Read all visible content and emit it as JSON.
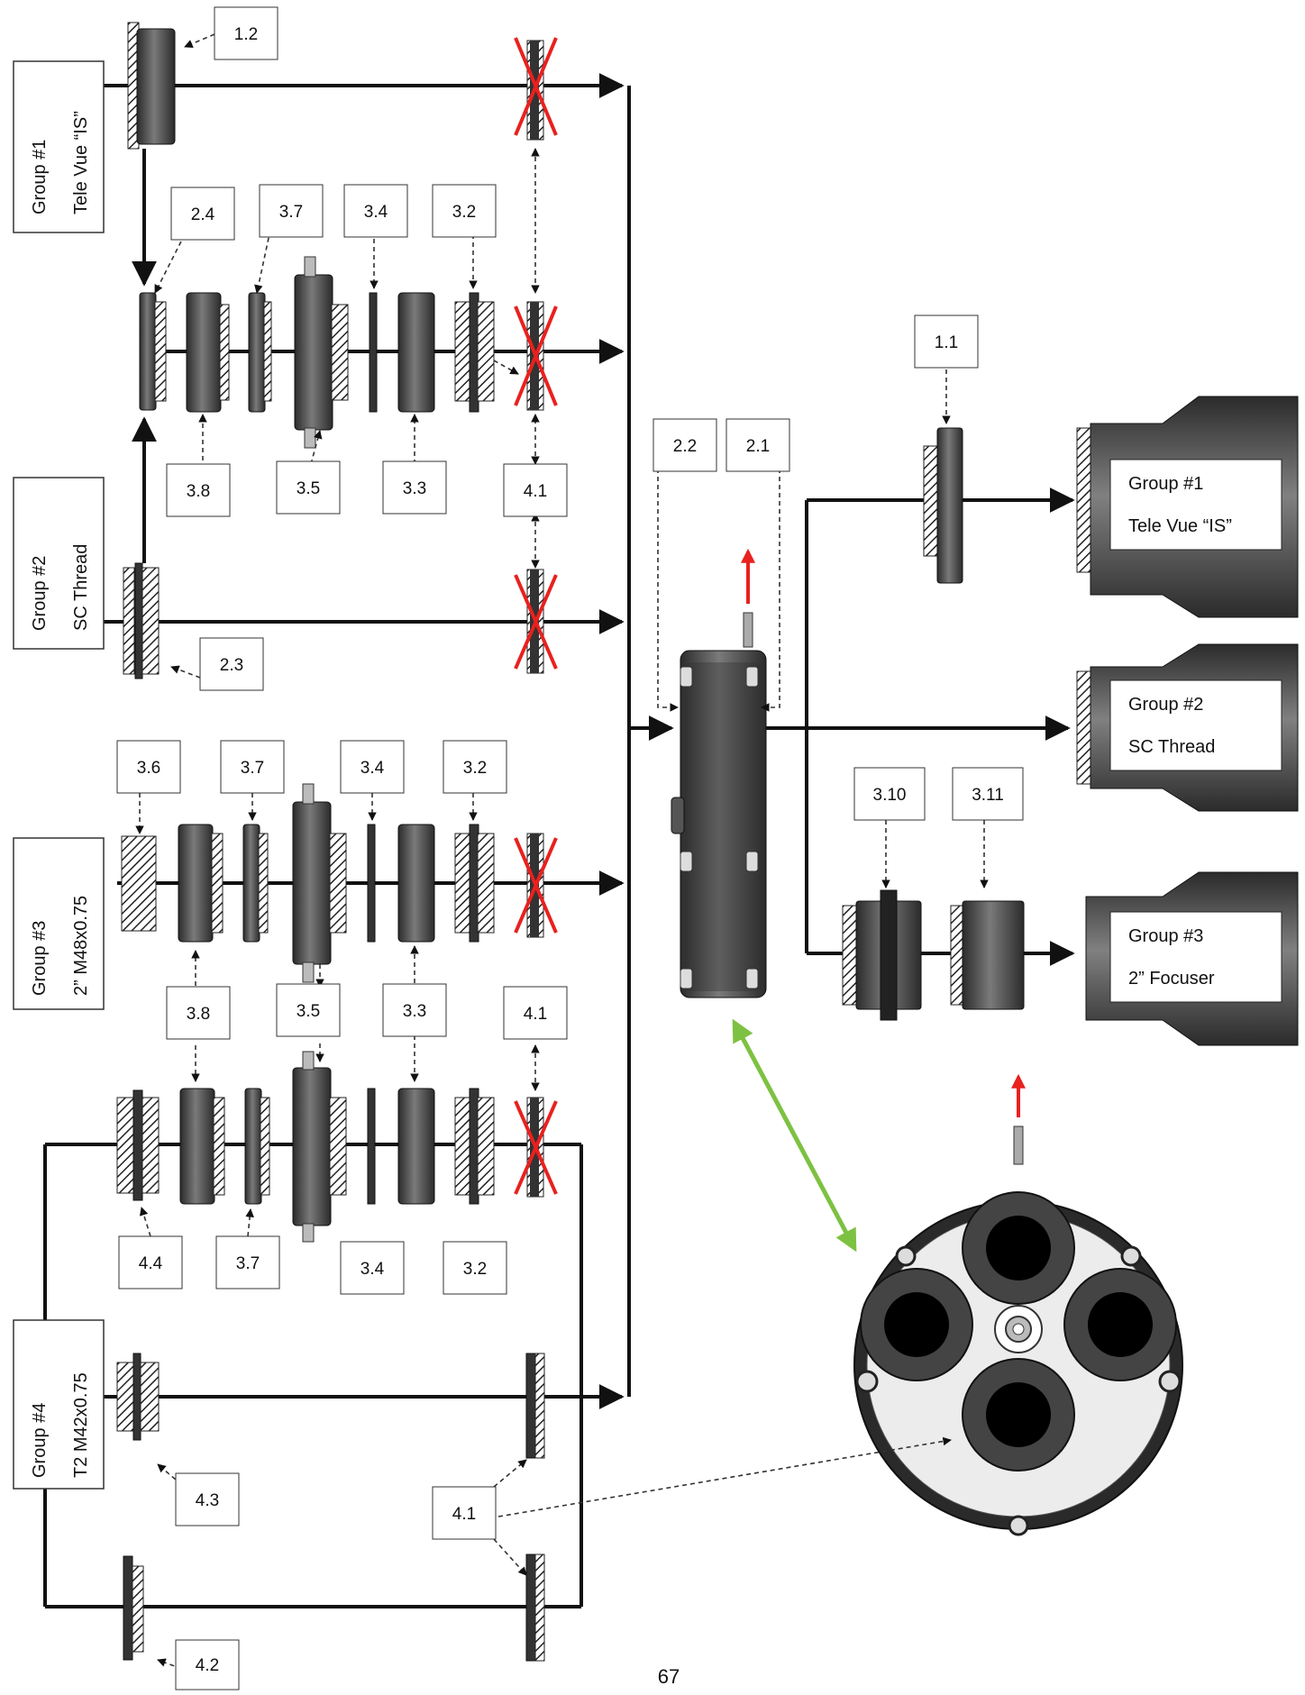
{
  "page_number": "67",
  "groups": [
    {
      "id": "1",
      "title": "Group #1",
      "subtitle": "Tele Vue “IS”"
    },
    {
      "id": "2",
      "title": "Group #2",
      "subtitle": "SC Thread"
    },
    {
      "id": "3",
      "title": "Group #3",
      "subtitle": "2” M48x0.75"
    },
    {
      "id": "4",
      "title": "Group #4",
      "subtitle": "T2 M42x0.75"
    }
  ],
  "outputs": [
    {
      "title": "Group #1",
      "subtitle": "Tele Vue “IS”"
    },
    {
      "title": "Group #2",
      "subtitle": "SC Thread"
    },
    {
      "title": "Group #3",
      "subtitle": "2” Focuser"
    }
  ],
  "labels": {
    "l_1_2": "1.2",
    "l_2_4": "2.4",
    "l_3_7a": "3.7",
    "l_3_4a": "3.4",
    "l_3_2a": "3.2",
    "l_3_8a": "3.8",
    "l_3_5a": "3.5",
    "l_3_3a": "3.3",
    "l_4_1a": "4.1",
    "l_2_3": "2.3",
    "l_3_6": "3.6",
    "l_3_7b": "3.7",
    "l_3_4b": "3.4",
    "l_3_2b": "3.2",
    "l_3_8b": "3.8",
    "l_3_5b": "3.5",
    "l_3_3b": "3.3",
    "l_4_1b": "4.1",
    "l_4_4": "4.4",
    "l_3_7c": "3.7",
    "l_3_4c": "3.4",
    "l_3_2c": "3.2",
    "l_4_3": "4.3",
    "l_4_1c": "4.1",
    "l_4_2": "4.2",
    "l_2_2": "2.2",
    "l_2_1": "2.1",
    "l_1_1": "1.1",
    "l_3_10": "3.10",
    "l_3_11": "3.11"
  },
  "colors": {
    "line": "#111111",
    "part_dark": "#333333",
    "part_light": "#6a6a6a",
    "hatch": "#222222",
    "cross": "#e8211f",
    "double_arrow": "#7dc142",
    "red_arrow": "#e8211f"
  }
}
